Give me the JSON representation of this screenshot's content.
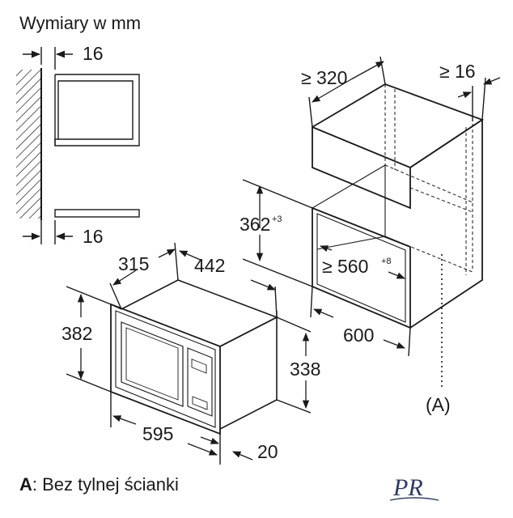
{
  "title": "Wymiary w mm",
  "dims": {
    "top_gap": "16",
    "bottom_gap": "16",
    "cab_top_depth": "≥ 320",
    "cab_top_side": "≥ 16",
    "cab_height": "362",
    "cab_height_tol": "+3",
    "cab_width": "≥ 560",
    "cab_width_tol": "+8",
    "cab_depth": "600",
    "oven_depth": "315",
    "oven_width_top": "442",
    "oven_height_front": "382",
    "oven_height_body": "338",
    "oven_width": "595",
    "oven_frame": "20",
    "label_a": "(A)"
  },
  "note": {
    "key": "A",
    "text": ": Bez tylnej ścianki"
  },
  "logo": "PR"
}
